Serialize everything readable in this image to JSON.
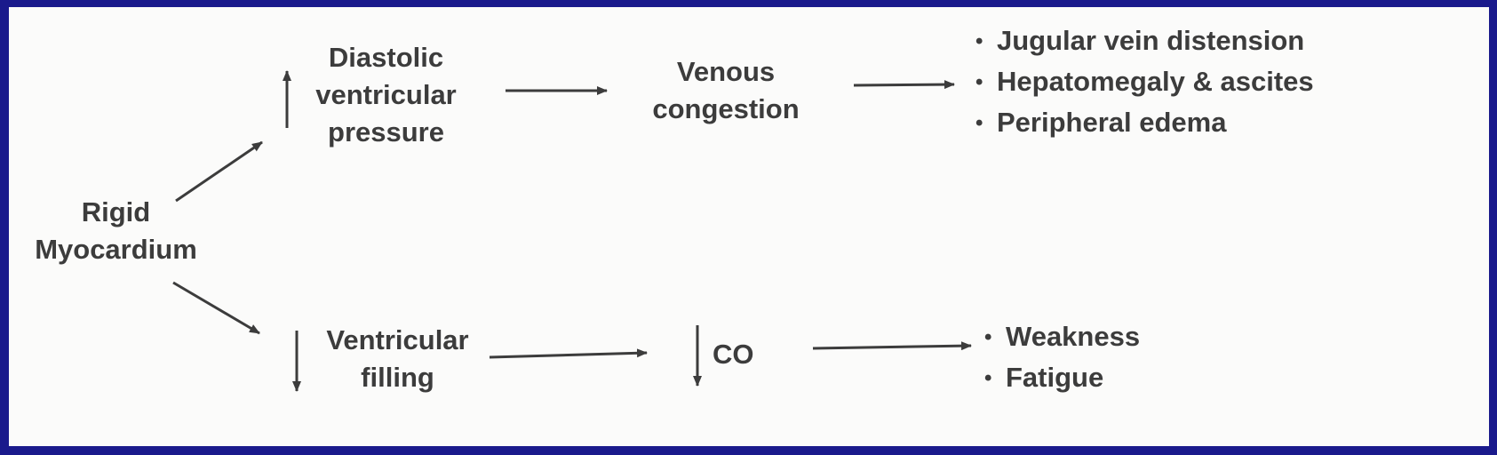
{
  "nodes": {
    "rigid_line1": "Rigid",
    "rigid_line2": "Myocardium",
    "diastolic_line1": "Diastolic",
    "diastolic_line2": "ventricular",
    "diastolic_line3": "pressure",
    "venous_line1": "Venous",
    "venous_line2": "congestion",
    "filling_line1": "Ventricular",
    "filling_line2": "filling",
    "co": "CO"
  },
  "congestion_signs": [
    "Jugular vein distension",
    "Hepatomegaly & ascites",
    "Peripheral edema"
  ],
  "low_output_signs": [
    "Weakness",
    "Fatigue"
  ],
  "colors": {
    "border": "#1a1a8c",
    "background": "#fbfbfa",
    "ink": "#3c3c3c"
  }
}
